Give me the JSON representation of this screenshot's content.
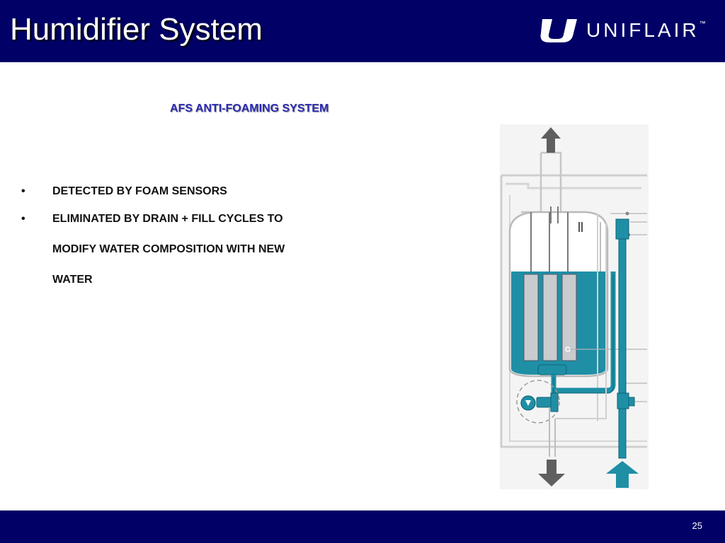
{
  "header": {
    "title": "Humidifier System",
    "logo_text": "UNIFLAIR",
    "logo_tm": "™"
  },
  "main": {
    "subtitle": "AFS ANTI-FOAMING SYSTEM",
    "bullets": [
      {
        "marker": "•",
        "text": "DETECTED BY FOAM SENSORS"
      },
      {
        "marker": "•",
        "lines": [
          "ELIMINATED BY DRAIN + FILL CYCLES TO",
          "MODIFY WATER COMPOSITION WITH NEW",
          "WATER"
        ]
      }
    ]
  },
  "diagram": {
    "water_color": "#1f8fa6",
    "steam_arrow_color": "#5f5f5f",
    "drain_arrow_color": "#5f5f5f",
    "fill_arrow_color": "#1f8fa6"
  },
  "footer": {
    "page_number": "25"
  },
  "colors": {
    "brand_navy": "#000066",
    "subtitle_blue": "#2b2bb0"
  }
}
